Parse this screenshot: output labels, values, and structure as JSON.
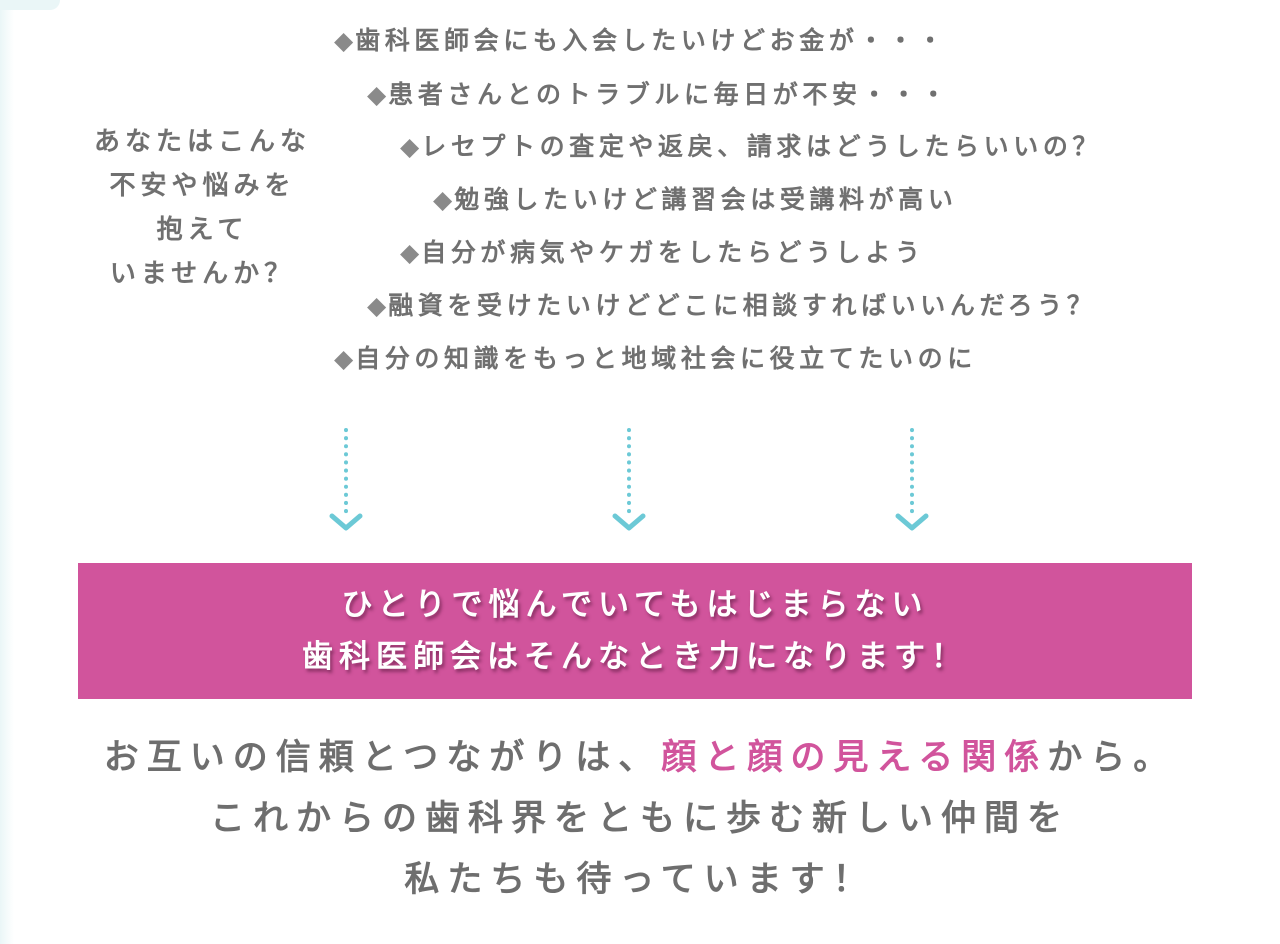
{
  "question": {
    "lines": [
      "あなたはこんな",
      "不安や悩みを",
      "抱えて",
      "いませんか？"
    ]
  },
  "worries": {
    "bullet": "◆",
    "items": [
      "歯科医師会にも入会したいけどお金が・・・",
      "患者さんとのトラブルに毎日が不安・・・",
      "レセプトの査定や返戻、請求はどうしたらいいの？",
      "勉強したいけど講習会は受講料が高い",
      "自分が病気やケガをしたらどうしよう",
      "融資を受けたいけどどこに相談すればいいんだろう？",
      "自分の知識をもっと地域社会に役立てたいのに"
    ]
  },
  "arrows": {
    "icon": "dotted-down-arrow-icon",
    "color": "#6cc9d6",
    "count": 3
  },
  "banner": {
    "background": "#d1549c",
    "line1": "ひとりで悩んでいてもはじまらない",
    "line2": "歯科医師会はそんなとき力になります！"
  },
  "message": {
    "line1_pre": "お互いの信頼とつながりは、",
    "line1_accent": "顔と顔の見える関係",
    "line1_post": "から。",
    "line2": "これからの歯科界をともに歩む新しい仲間を",
    "line3": "私たちも待っています！",
    "accent_color": "#d1549c"
  }
}
